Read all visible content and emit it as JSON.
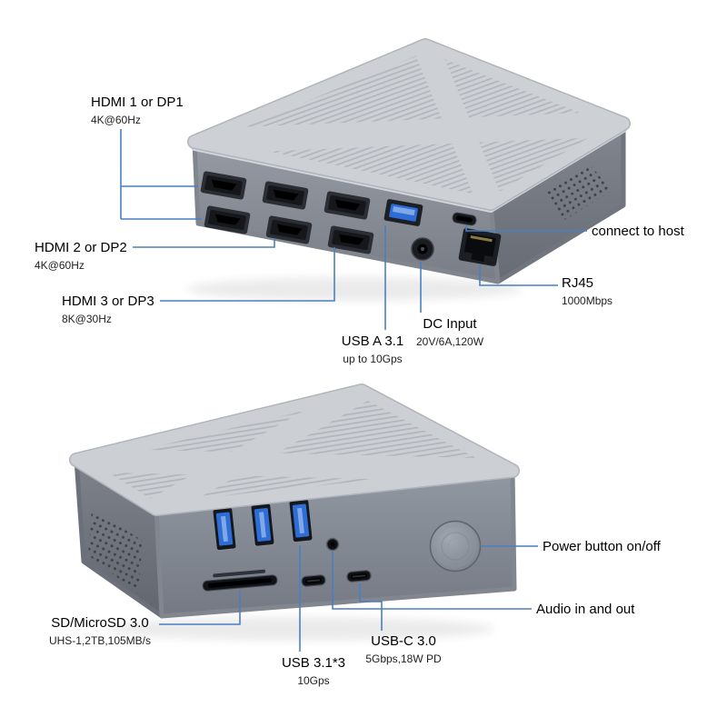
{
  "colors": {
    "leader_blue": "#4a7fc2",
    "usb_blue": "#2e6cd6",
    "body_gray": "#81868f",
    "lid_gray": "#ccd0d5"
  },
  "rear_view": {
    "hdmi1": {
      "label": "HDMI 1 or DP1",
      "sub": "4K@60Hz"
    },
    "hdmi2": {
      "label": "HDMI 2 or DP2",
      "sub": "4K@60Hz"
    },
    "hdmi3": {
      "label": "HDMI 3 or DP3",
      "sub": "8K@30Hz"
    },
    "usba": {
      "label": "USB A 3.1",
      "sub": "up to 10Gps"
    },
    "dc": {
      "label": "DC Input",
      "sub": "20V/6A,120W"
    },
    "host": {
      "label": "connect to host"
    },
    "rj45": {
      "label": "RJ45",
      "sub": "1000Mbps"
    }
  },
  "front_view": {
    "power": {
      "label": "Power button on/off"
    },
    "audio": {
      "label": "Audio in and out"
    },
    "sd": {
      "label": "SD/MicroSD 3.0",
      "sub": "UHS-1,2TB,105MB/s"
    },
    "usb31": {
      "label": "USB 3.1*3",
      "sub": "10Gps"
    },
    "usbc": {
      "label": "USB-C 3.0",
      "sub": "5Gbps,18W PD"
    }
  }
}
